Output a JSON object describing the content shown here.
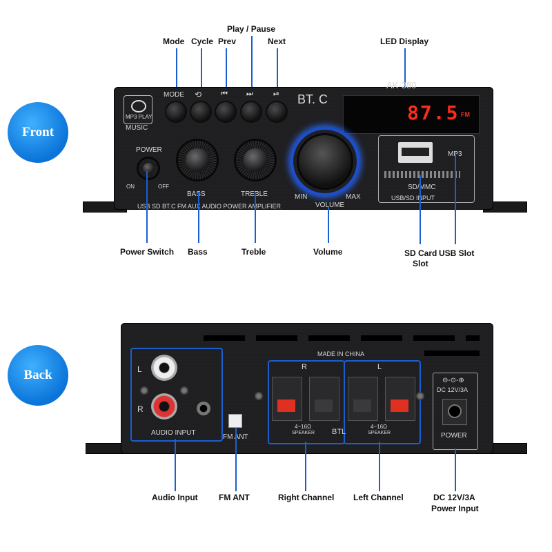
{
  "front_badge": "Front",
  "back_badge": "Back",
  "callouts_front": {
    "mode": "Mode",
    "cycle": "Cycle",
    "prev": "Prev",
    "play_pause": "Play / Pause",
    "next": "Next",
    "led_display": "LED Display",
    "power_switch": "Power Switch",
    "bass": "Bass",
    "treble": "Treble",
    "volume": "Volume",
    "sd_card_slot_line1": "SD Card",
    "sd_card_slot_line2": "Slot",
    "usb_slot": "USB Slot"
  },
  "callouts_back": {
    "audio_input": "Audio Input",
    "fm_ant": "FM ANT",
    "right_channel": "Right Channel",
    "left_channel": "Left Channel",
    "power_line1": "DC 12V/3A",
    "power_line2": "Power Input"
  },
  "front_panel": {
    "logo_top": "MP3 PLAY",
    "logo_bottom": "MUSIC",
    "mode_label": "MODE",
    "cycle_icon": "repeat-icon",
    "prev_icon": "prev-icon",
    "next_icon": "next-icon",
    "bt_label": "BT. C",
    "model": "AK-380",
    "led_value": "87.5",
    "led_unit": "FM",
    "power_label": "POWER",
    "on_label": "ON",
    "off_label": "OFF",
    "bass_label": "BASS",
    "treble_label": "TREBLE",
    "vol_min": "MIN",
    "vol_label": "VOLUME",
    "vol_max": "MAX",
    "mp3_label": "MP3",
    "sdmmc_label": "SD/MMC",
    "usb_sd_label": "USB/SD INPUT",
    "bottom_text": "USB SD BT.C FM AUX AUDIO POWER AMPLIFIER"
  },
  "back_panel": {
    "made_in": "MADE IN CHINA",
    "l_label": "L",
    "r_label": "R",
    "audio_input_label": "AUDIO INPUT",
    "fm_ant_label": "FM ANT",
    "r_channel": "R",
    "l_channel": "L",
    "impedance": "4~16Ω",
    "speaker": "SPEAKER",
    "btl": "BTL",
    "dc_label": "DC 12V/3A",
    "power_label": "POWER"
  },
  "colors": {
    "accent": "#1a5fd0",
    "badge": "#0b74d9",
    "led": "#ff2a1a",
    "terminal_red": "#e03022"
  }
}
